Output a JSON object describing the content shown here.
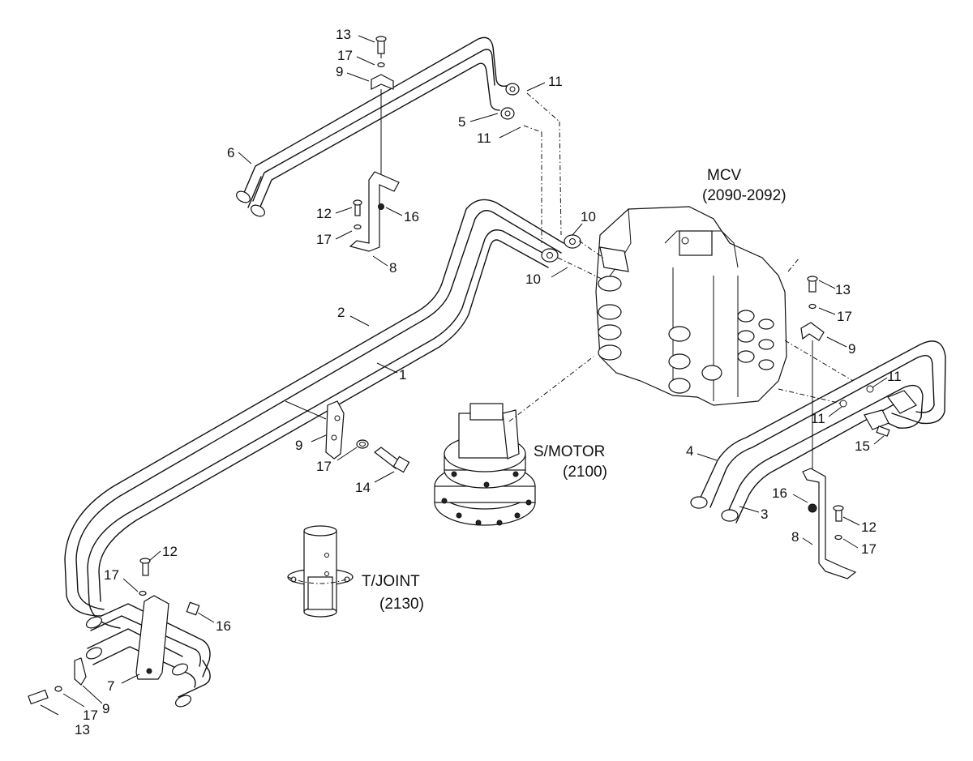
{
  "components": {
    "mcv": {
      "name": "MCV",
      "code": "(2090-2092)"
    },
    "swing_motor": {
      "name": "S/MOTOR",
      "code": "(2100)"
    },
    "turning_joint": {
      "name": "T/JOINT",
      "code": "(2130)"
    }
  },
  "callouts": [
    {
      "id": "c13a",
      "text": "13"
    },
    {
      "id": "c17a",
      "text": "17"
    },
    {
      "id": "c9a",
      "text": "9"
    },
    {
      "id": "c11a",
      "text": "11"
    },
    {
      "id": "c5",
      "text": "5"
    },
    {
      "id": "c11b",
      "text": "11"
    },
    {
      "id": "c6",
      "text": "6"
    },
    {
      "id": "c12a",
      "text": "12"
    },
    {
      "id": "c16a",
      "text": "16"
    },
    {
      "id": "c17b",
      "text": "17"
    },
    {
      "id": "c8a",
      "text": "8"
    },
    {
      "id": "c10a",
      "text": "10"
    },
    {
      "id": "c10b",
      "text": "10"
    },
    {
      "id": "c2",
      "text": "2"
    },
    {
      "id": "c1",
      "text": "1"
    },
    {
      "id": "c13b",
      "text": "13"
    },
    {
      "id": "c17c",
      "text": "17"
    },
    {
      "id": "c9b",
      "text": "9"
    },
    {
      "id": "c11c",
      "text": "11"
    },
    {
      "id": "c11d",
      "text": "11"
    },
    {
      "id": "c4",
      "text": "4"
    },
    {
      "id": "c15",
      "text": "15"
    },
    {
      "id": "c9c",
      "text": "9"
    },
    {
      "id": "c17d",
      "text": "17"
    },
    {
      "id": "c14",
      "text": "14"
    },
    {
      "id": "c16b",
      "text": "16"
    },
    {
      "id": "c3",
      "text": "3"
    },
    {
      "id": "c12b",
      "text": "12"
    },
    {
      "id": "c8b",
      "text": "8"
    },
    {
      "id": "c17e",
      "text": "17"
    },
    {
      "id": "c12c",
      "text": "12"
    },
    {
      "id": "c17f",
      "text": "17"
    },
    {
      "id": "c16c",
      "text": "16"
    },
    {
      "id": "c7",
      "text": "7"
    },
    {
      "id": "c9d",
      "text": "9"
    },
    {
      "id": "c17g",
      "text": "17"
    },
    {
      "id": "c13c",
      "text": "13"
    }
  ]
}
